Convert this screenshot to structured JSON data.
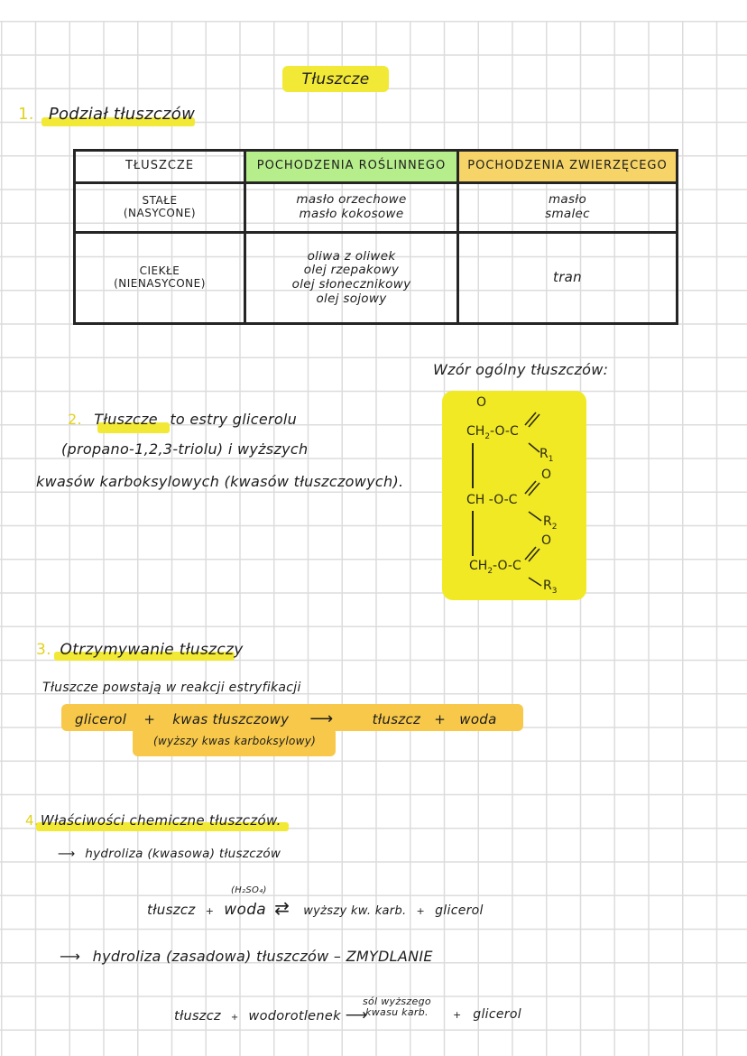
{
  "page": {
    "title": "Tłuszcze",
    "colors": {
      "highlight_yellow": "#f2e936",
      "highlight_orange": "#f7c84a",
      "table_green": "#b7ee8c",
      "table_orange": "#f6d468",
      "formula_yellow": "#f2e925",
      "grid_line": "#dcdcdc"
    }
  },
  "section1": {
    "number": "1.",
    "heading": "Podział tłuszczów",
    "table": {
      "headers": [
        "TŁUSZCZE",
        "POCHODZENIA ROŚLINNEGO",
        "POCHODZENIA ZWIERZĘCEGO"
      ],
      "rows": [
        {
          "type": [
            "STAŁE",
            "(NASYCONE)"
          ],
          "plant": [
            "masło orzechowe",
            "masło kokosowe"
          ],
          "animal": [
            "masło",
            "smalec"
          ]
        },
        {
          "type": [
            "CIEKŁE",
            "(NIENASYCONE)"
          ],
          "plant": [
            "oliwa z oliwek",
            "olej rzepakowy",
            "olej słonecznikowy",
            "olej sojowy"
          ],
          "animal": [
            "tran"
          ]
        }
      ]
    }
  },
  "section2": {
    "number": "2.",
    "highlight_word": "Tłuszcze",
    "lines": [
      "to estry glicerolu",
      "(propano-1,2,3-triolu) i wyższych",
      "kwasów karboksylowych (kwasów tłuszczowych)."
    ]
  },
  "formula": {
    "label": "Wzór ogólny tłuszczów:",
    "rows": [
      {
        "left": "CH",
        "left_sub": "2",
        "chain": "-O-C",
        "oxygen": "O",
        "r": "R",
        "r_sub": "1"
      },
      {
        "left": "CH",
        "left_sub": "",
        "chain": " -O-C",
        "oxygen": "O",
        "r": "R",
        "r_sub": "2"
      },
      {
        "left": "CH",
        "left_sub": "2",
        "chain": "-O-C",
        "oxygen": "O",
        "r": "R",
        "r_sub": "3"
      }
    ]
  },
  "section3": {
    "number": "3.",
    "heading": "Otrzymywanie tłuszczy",
    "intro": "Tłuszcze powstają w reakcji estryfikacji",
    "equation": {
      "reactant1": "glicerol",
      "plus1": "+",
      "reactant2": "kwas tłuszczowy",
      "reactant2_note": "(wyższy kwas karboksylowy)",
      "arrow": "⟶",
      "product1": "tłuszcz",
      "plus2": "+",
      "product2": "woda"
    }
  },
  "section4": {
    "number": "4.",
    "heading": "Właściwości chemiczne tłuszczów.",
    "items": [
      {
        "bullet": "⟶",
        "label": "hydroliza (kwasowa) tłuszczów",
        "equation": {
          "reactant1": "tłuszcz",
          "plus1": "+",
          "reactant2": "woda",
          "catalyst": "(H₂SO₄)",
          "arrow": "⇄",
          "product1": "wyższy kw. karb.",
          "plus2": "+",
          "product2": "glicerol"
        }
      },
      {
        "bullet": "⟶",
        "label": "hydroliza (zasadowa) tłuszczów – ZMYDLANIE",
        "equation": {
          "reactant1": "tłuszcz",
          "plus1": "+",
          "reactant2": "wodorotlenek",
          "arrow": "⟶",
          "product1_line1": "sól wyższego",
          "product1_line2": "kwasu karb.",
          "plus2": "+",
          "product2": "glicerol"
        }
      }
    ]
  }
}
